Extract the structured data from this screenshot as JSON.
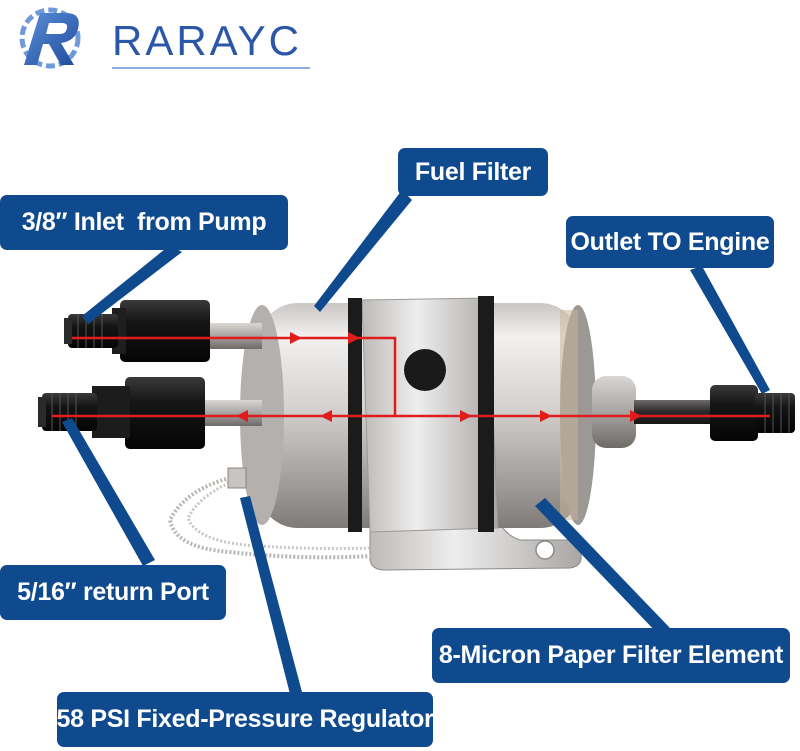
{
  "brand": {
    "name": "RARAYC",
    "primary_color": "#2c57a8",
    "label_color": "#0f4a8e",
    "flow_color": "#e01c1c"
  },
  "labels": {
    "fuel_filter": "Fuel Filter",
    "inlet": "3/8″ Inlet  from Pump",
    "outlet": "Outlet TO Engine",
    "return_port": "5/16″ return Port",
    "paper_element": "8-Micron Paper Filter Element",
    "regulator": "58 PSI Fixed-Pressure Regulator"
  }
}
